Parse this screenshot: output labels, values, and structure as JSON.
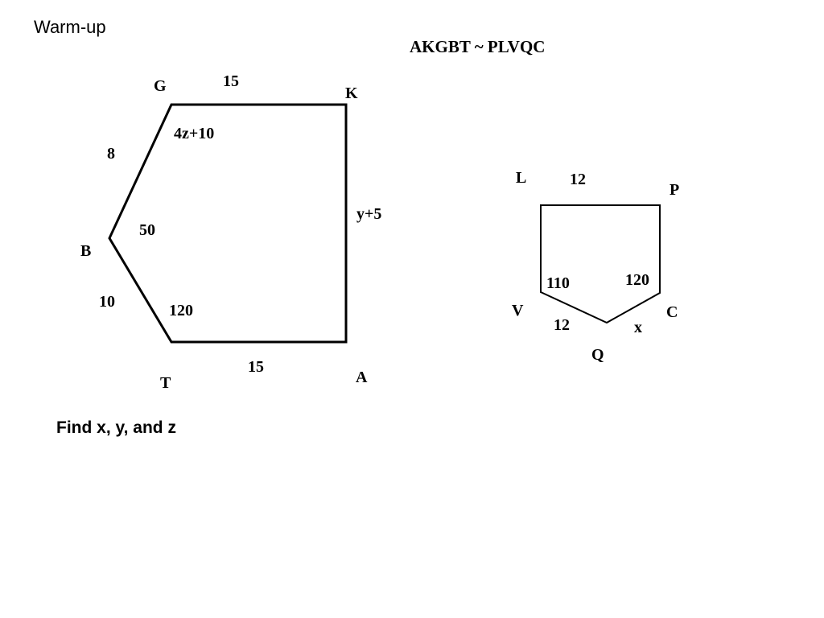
{
  "slide": {
    "title": "Warm-up",
    "similarity_statement": "AKGBT ~ PLVQC",
    "question": "Find x, y, and z"
  },
  "figure_large": {
    "vertices": {
      "G": "G",
      "K": "K",
      "B": "B",
      "T": "T",
      "A": "A"
    },
    "side_labels": {
      "GK": "15",
      "GB": "8",
      "BT": "10",
      "TA": "15",
      "KA": "y+5"
    },
    "angle_labels": {
      "G": "4z+10",
      "B": "50",
      "T": "120"
    }
  },
  "figure_small": {
    "vertices": {
      "L": "L",
      "P": "P",
      "V": "V",
      "C": "C",
      "Q": "Q"
    },
    "side_labels": {
      "LP": "12",
      "VQ": "12",
      "QC": "x"
    },
    "angle_labels": {
      "V": "110",
      "C": "120"
    }
  }
}
